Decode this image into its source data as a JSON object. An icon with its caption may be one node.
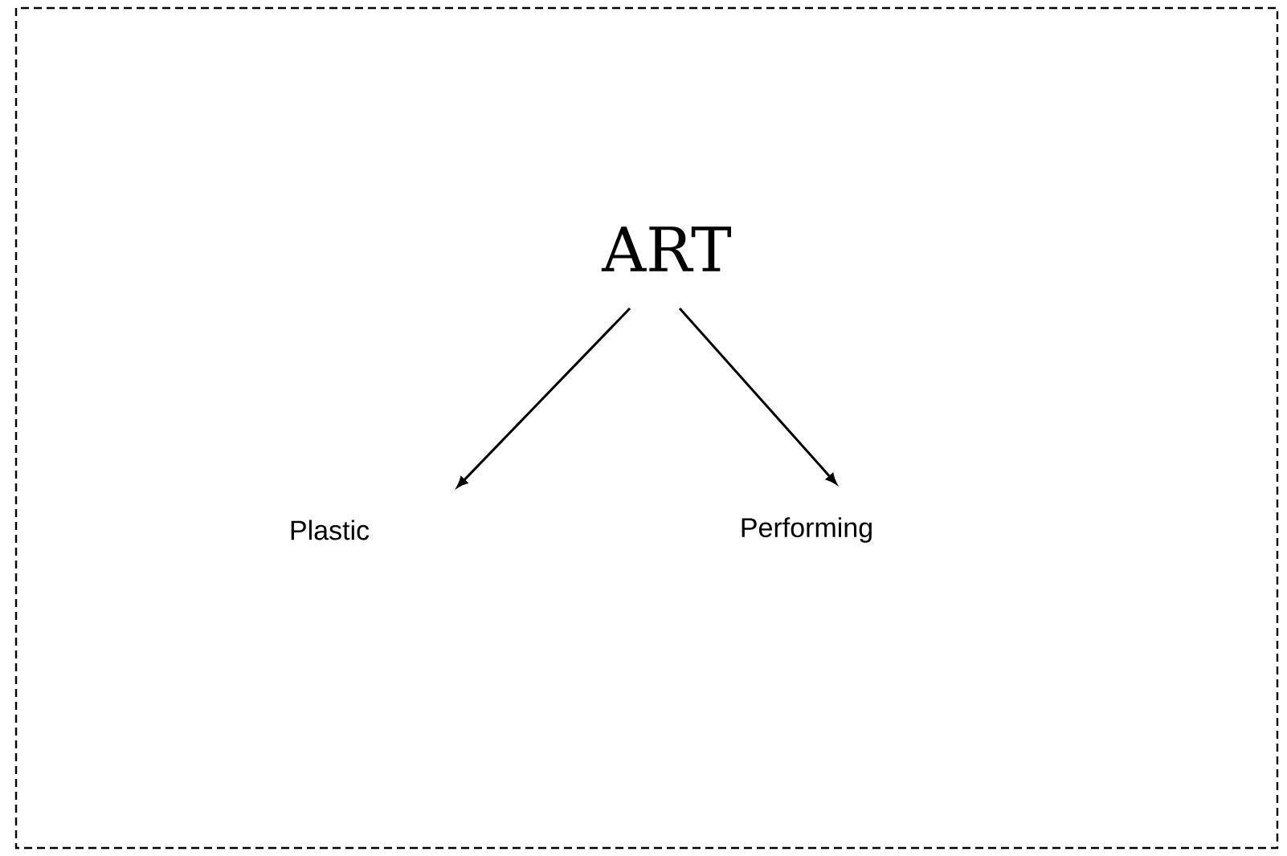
{
  "diagram": {
    "nodes": [
      {
        "text": [
          "ART"
        ]
      },
      {
        "text": [
          "Plastic"
        ]
      },
      {
        "text": [
          "Performing"
        ]
      }
    ],
    "edges": [
      {
        "from": 0,
        "to": 1,
        "arrow": "to"
      },
      {
        "from": 0,
        "to": 2,
        "arrow": "to"
      }
    ]
  }
}
